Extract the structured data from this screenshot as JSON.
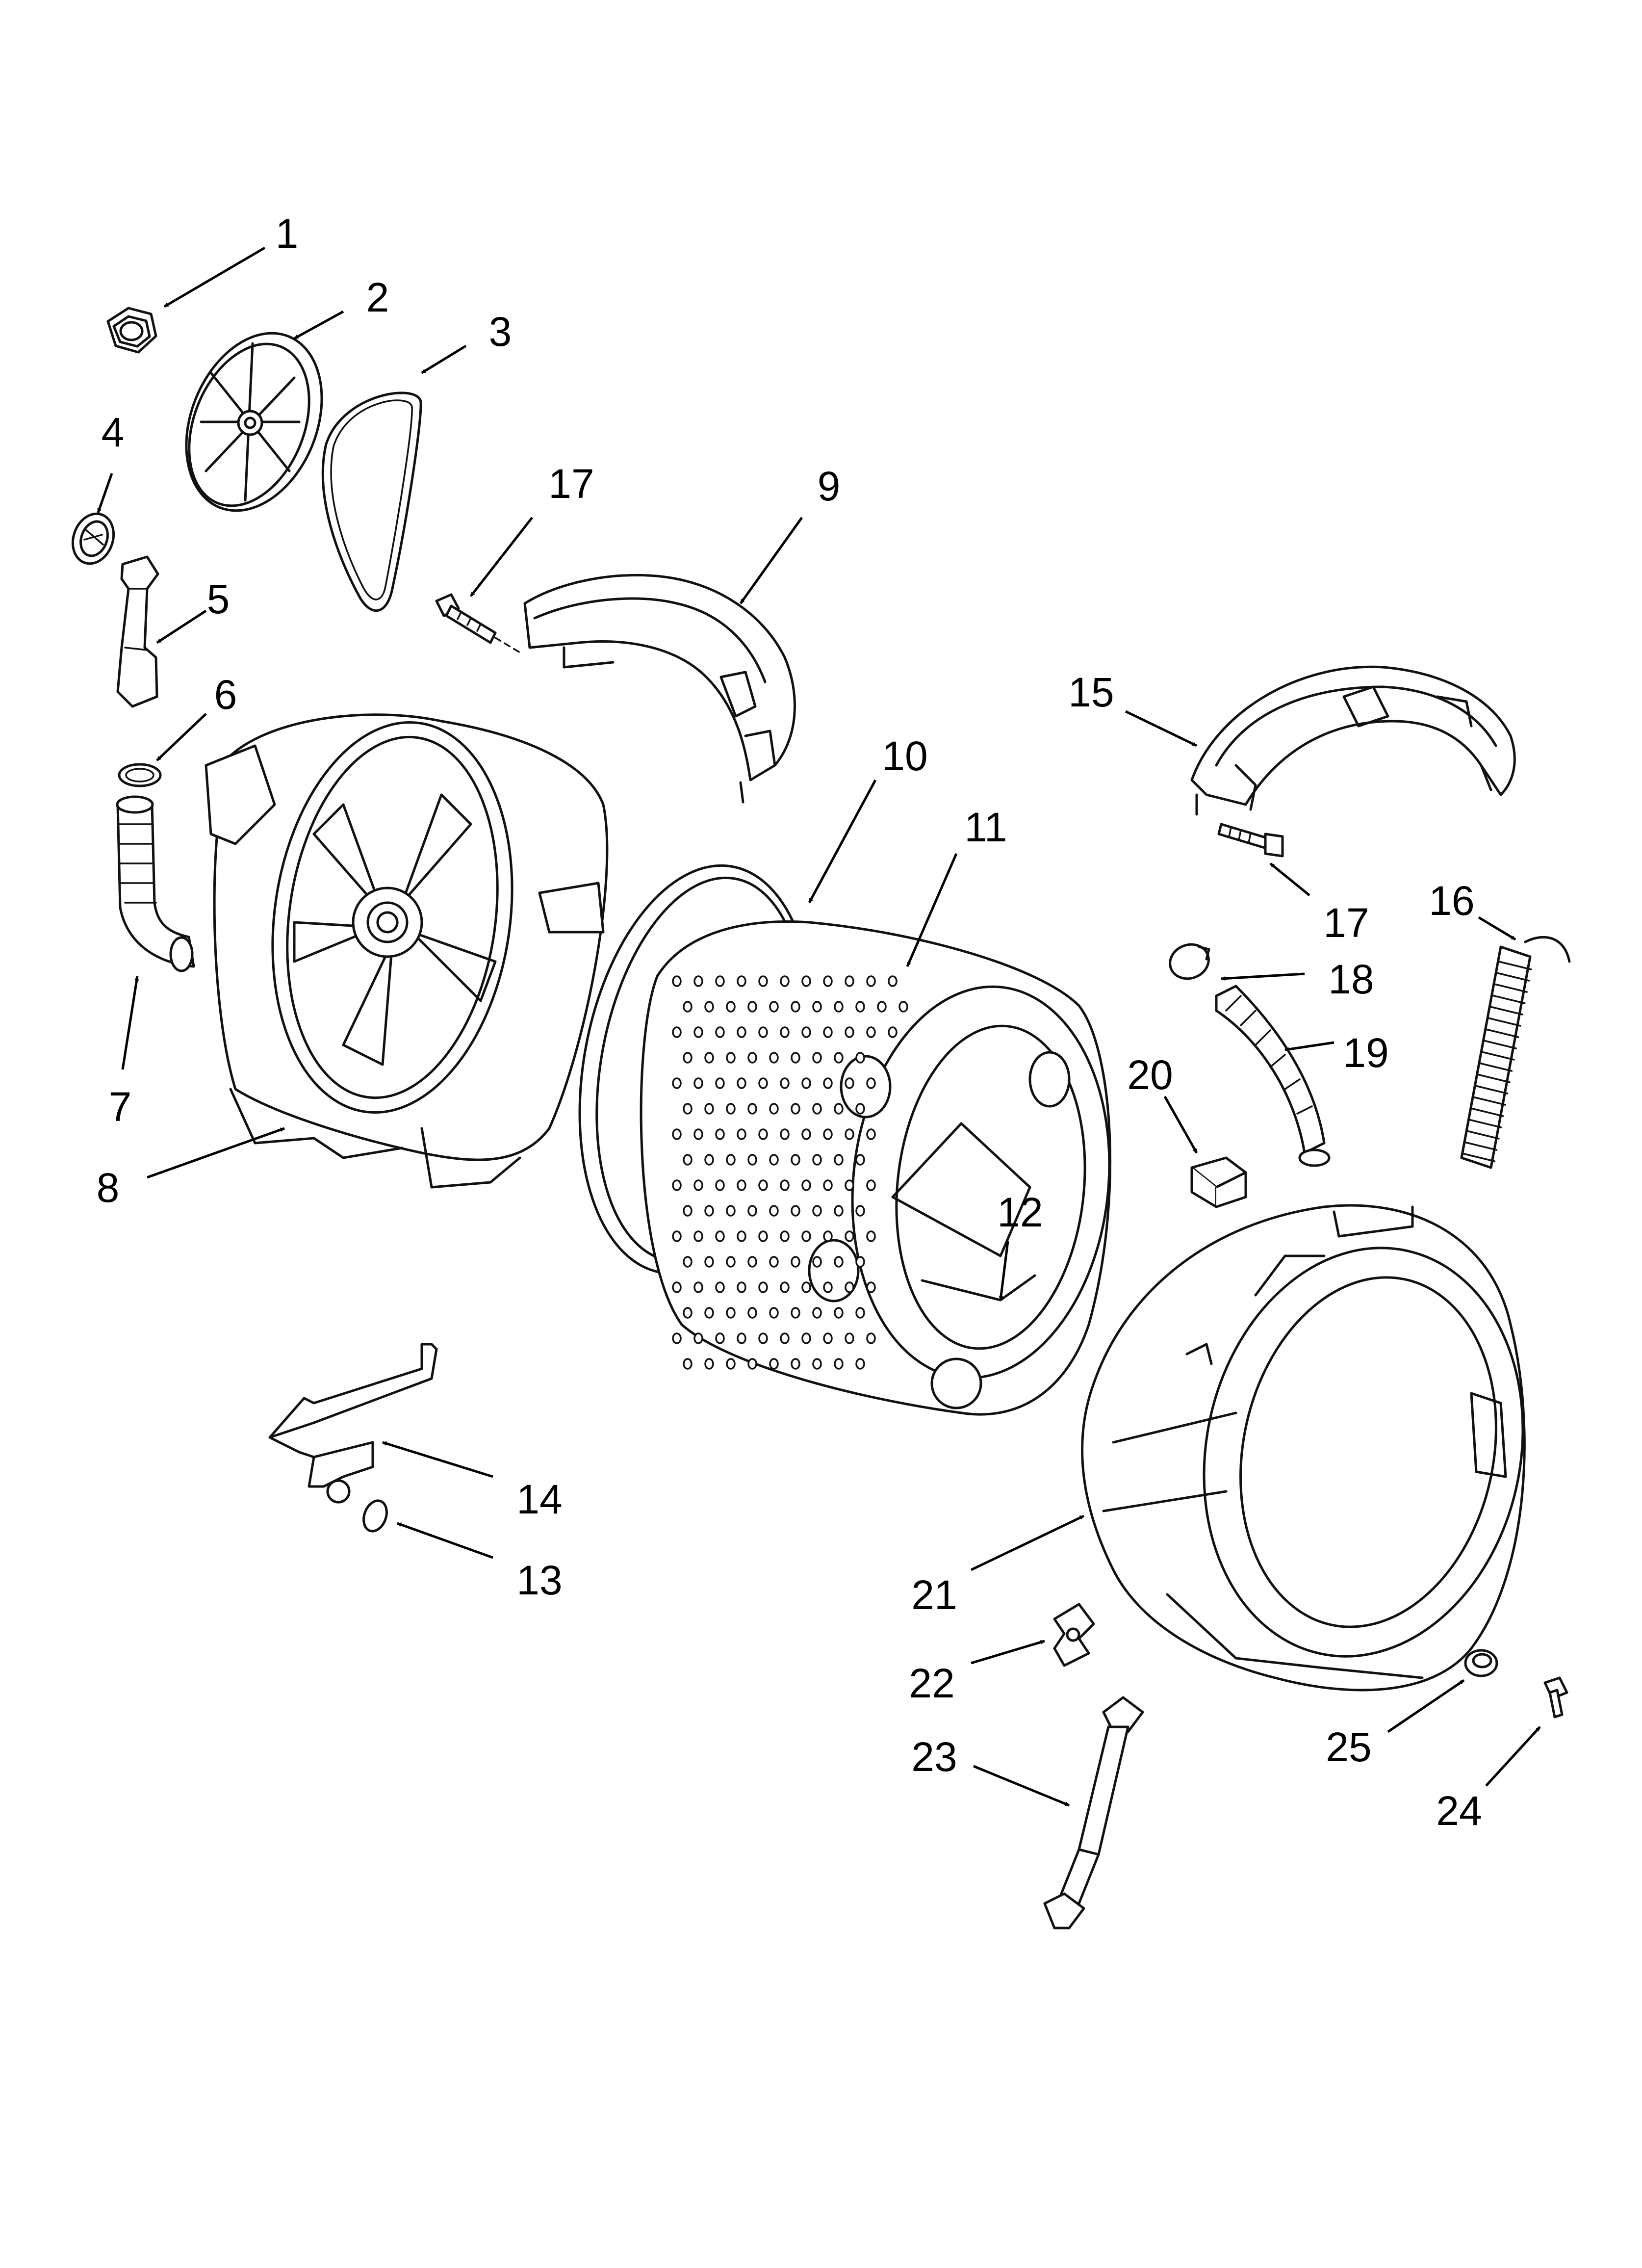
{
  "diagram": {
    "callouts": [
      {
        "id": "c1",
        "label": "1"
      },
      {
        "id": "c2",
        "label": "2"
      },
      {
        "id": "c3",
        "label": "3"
      },
      {
        "id": "c4",
        "label": "4"
      },
      {
        "id": "c5",
        "label": "5"
      },
      {
        "id": "c6",
        "label": "6"
      },
      {
        "id": "c7",
        "label": "7"
      },
      {
        "id": "c8",
        "label": "8"
      },
      {
        "id": "c9",
        "label": "9"
      },
      {
        "id": "c10",
        "label": "10"
      },
      {
        "id": "c11",
        "label": "11"
      },
      {
        "id": "c12",
        "label": "12"
      },
      {
        "id": "c13",
        "label": "13"
      },
      {
        "id": "c14",
        "label": "14"
      },
      {
        "id": "c15",
        "label": "15"
      },
      {
        "id": "c16",
        "label": "16"
      },
      {
        "id": "c17a",
        "label": "17"
      },
      {
        "id": "c17b",
        "label": "17"
      },
      {
        "id": "c18",
        "label": "18"
      },
      {
        "id": "c19",
        "label": "19"
      },
      {
        "id": "c20",
        "label": "20"
      },
      {
        "id": "c21",
        "label": "21"
      },
      {
        "id": "c22",
        "label": "22"
      },
      {
        "id": "c23",
        "label": "23"
      },
      {
        "id": "c24",
        "label": "24"
      },
      {
        "id": "c25",
        "label": "25"
      }
    ]
  }
}
